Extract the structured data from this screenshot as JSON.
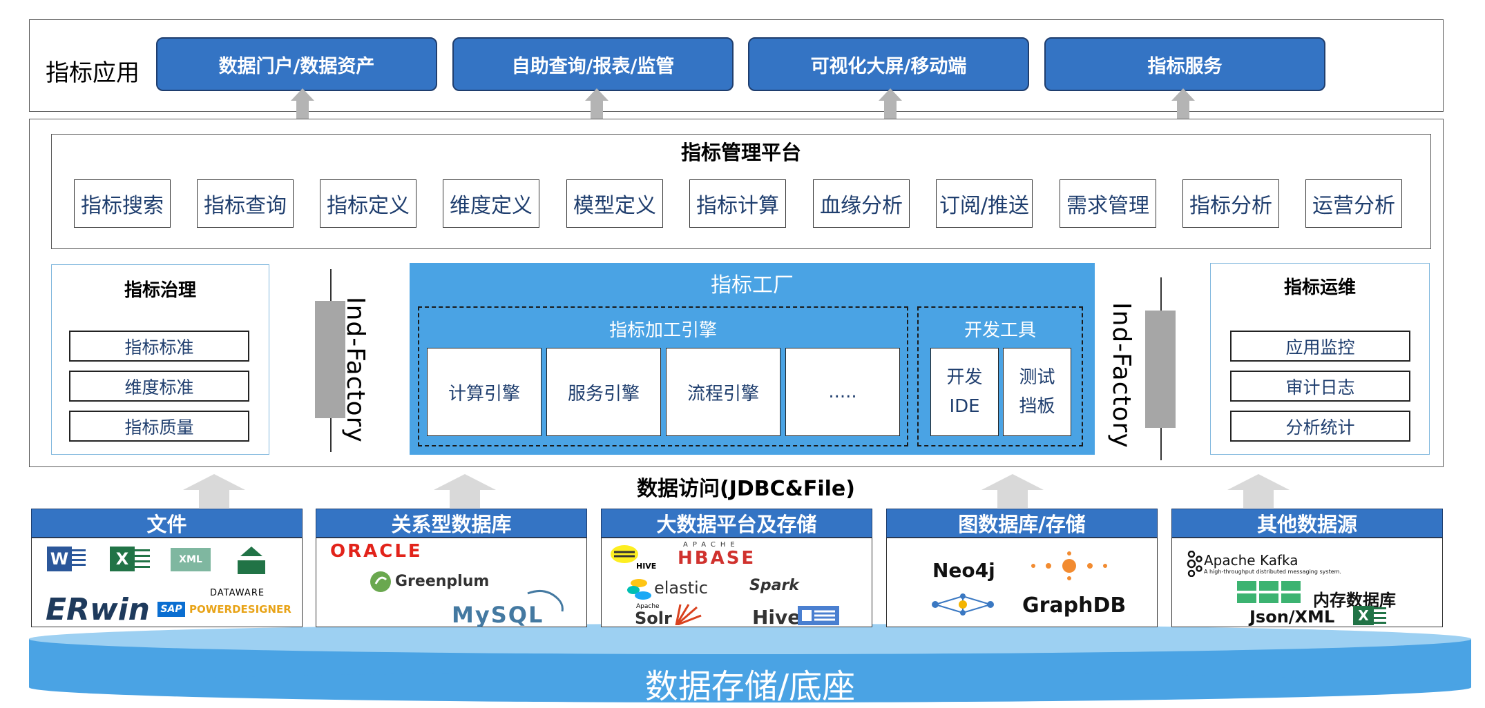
{
  "app_layer": {
    "title": "指标应用",
    "buttons": [
      "数据门户/数据资产",
      "自助查询/报表/监管",
      "可视化大屏/移动端",
      "指标服务"
    ]
  },
  "platform": {
    "title": "指标管理平台",
    "items": [
      "指标搜索",
      "指标查询",
      "指标定义",
      "维度定义",
      "模型定义",
      "指标计算",
      "血缘分析",
      "订阅/推送",
      "需求管理",
      "指标分析",
      "运营分析"
    ]
  },
  "governance": {
    "title": "指标治理",
    "items": [
      "指标标准",
      "维度标准",
      "指标质量"
    ]
  },
  "operations": {
    "title": "指标运维",
    "items": [
      "应用监控",
      "审计日志",
      "分析统计"
    ]
  },
  "side_label": "Ind-Factory",
  "factory": {
    "title": "指标工厂",
    "engine_group": {
      "title": "指标加工引擎",
      "items": [
        "计算引擎",
        "服务引擎",
        "流程引擎",
        "....."
      ]
    },
    "dev_group": {
      "title": "开发工具",
      "items": [
        [
          "开发",
          "IDE"
        ],
        [
          "测试",
          "挡板"
        ]
      ]
    }
  },
  "access_label": "数据访问(JDBC&File)",
  "sources": [
    {
      "title": "文件",
      "logos": [
        "W",
        "X",
        "XML",
        "DATAWARE",
        "ERwin",
        "SAP",
        "POWERDESIGNER"
      ]
    },
    {
      "title": "关系型数据库",
      "logos": [
        "ORACLE",
        "Greenplum",
        "MySQL"
      ]
    },
    {
      "title": "大数据平台及存储",
      "logos": [
        "HIVE",
        "APACHE",
        "HBASE",
        "elastic",
        "Spark",
        "Apache",
        "Solr",
        "Hive"
      ]
    },
    {
      "title": "图数据库/存储",
      "logos": [
        "Neo4j",
        "GraphDB"
      ]
    },
    {
      "title": "其他数据源",
      "logos": [
        "Apache Kafka",
        "A high-throughput distributed messaging system.",
        "内存数据库",
        "Json/XML",
        "X"
      ]
    }
  ],
  "base": {
    "title": "数据存储/底座"
  },
  "colors": {
    "primary_blue": "#3474c4",
    "factory_blue": "#4aa3e4",
    "cylinder_blue": "#4aa3e4",
    "arrow_gray": "#b4b4b4"
  }
}
